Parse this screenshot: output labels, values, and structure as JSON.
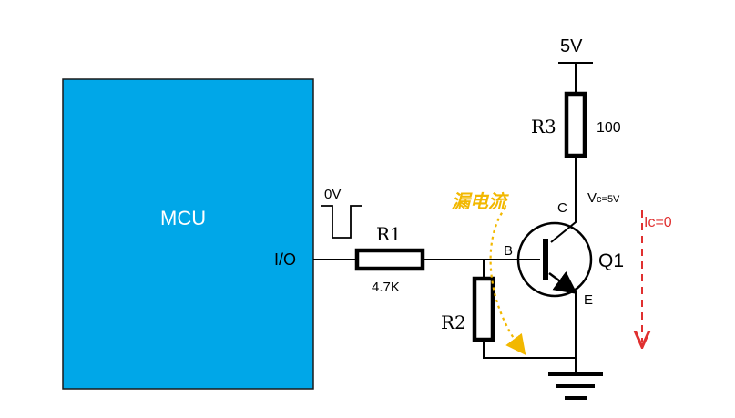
{
  "colors": {
    "mcu_fill": "#00a7e8",
    "mcu_stroke": "#1a1a1a",
    "wire": "#000000",
    "leak": "#f2b800",
    "current": "#e03030"
  },
  "mcu": {
    "label": "MCU",
    "pin_label": "I/O"
  },
  "pulse": {
    "label": "0V"
  },
  "r1": {
    "name": "R1",
    "value": "4.7K"
  },
  "r2": {
    "name": "R2"
  },
  "r3": {
    "name": "R3",
    "value": "100"
  },
  "supply": {
    "label": "5V"
  },
  "transistor": {
    "name": "Q1",
    "base": "B",
    "collector": "C",
    "emitter": "E"
  },
  "annotations": {
    "leakage": "漏电流",
    "vc_main": "V",
    "vc_sub": "c=5V",
    "ic": "Ic=0"
  },
  "icons": {
    "ground": "ground-icon",
    "leak_arrow": "curved-arrow-icon",
    "current_arrow": "dashed-down-arrow-icon"
  }
}
